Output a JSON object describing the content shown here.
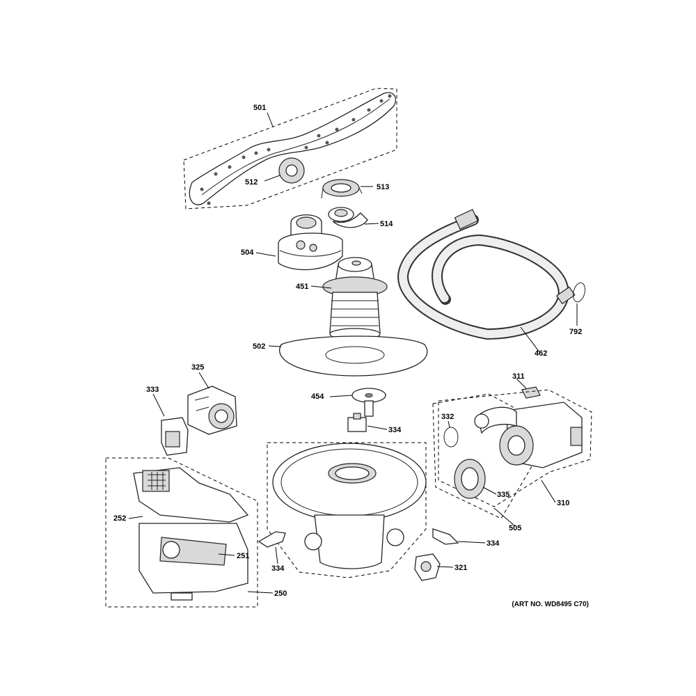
{
  "art_number": "(ART NO. WD8495 C70)",
  "callouts": {
    "p501": "501",
    "p512": "512",
    "p513": "513",
    "p514": "514",
    "p504": "504",
    "p451": "451",
    "p502": "502",
    "p462": "462",
    "p792": "792",
    "p325": "325",
    "p333": "333",
    "p454": "454",
    "p334a": "334",
    "p311": "311",
    "p332": "332",
    "p310": "310",
    "p335": "335",
    "p505": "505",
    "p252": "252",
    "p251": "251",
    "p250": "250",
    "p334b": "334",
    "p334c": "334",
    "p321": "321"
  }
}
